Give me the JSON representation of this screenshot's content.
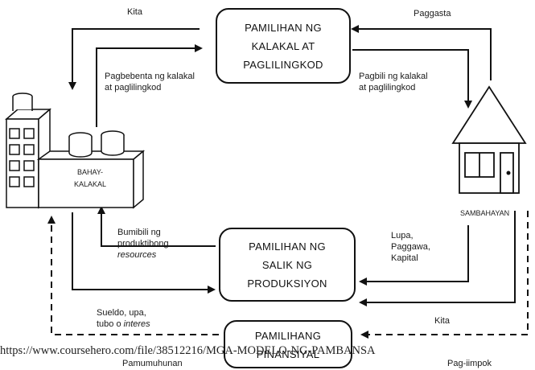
{
  "boxes": {
    "kalakal": [
      "PAMILIHAN NG",
      "KALAKAL AT",
      "PAGLILINGKOD"
    ],
    "salik": [
      "PAMILIHAN NG",
      "SALIK NG",
      "PRODUKSIYON"
    ],
    "pinansiyal": [
      "PAMILIHANG",
      "PINANSIYAL"
    ]
  },
  "actors": {
    "bahay_kalakal": [
      "BAHAY-",
      "KALAKAL"
    ],
    "sambahayan": "SAMBAHAYAN"
  },
  "flows": {
    "kita_top": "Kita",
    "paggasta": "Paggasta",
    "pagbebenta": [
      "Pagbebenta ng kalakal",
      "at paglilingkod"
    ],
    "pagbili": [
      "Pagbili ng kalakal",
      "at paglilingkod"
    ],
    "bumibili": [
      "Bumibili ng",
      "produktibong"
    ],
    "resources": "resources",
    "lupa": [
      "Lupa,",
      "Paggawa,",
      "Kapital"
    ],
    "sueldo": [
      "Sueldo, upa,"
    ],
    "tubo_prefix": "tubo o ",
    "interes": "interes",
    "kita_bottom": "Kita",
    "pamumuhunan": "Pamumuhunan",
    "pag_iimpok": "Pag-iimpok"
  },
  "watermark": "https://www.coursehero.com/file/38512216/MGA-MODELO-NG-PAMBANSA"
}
